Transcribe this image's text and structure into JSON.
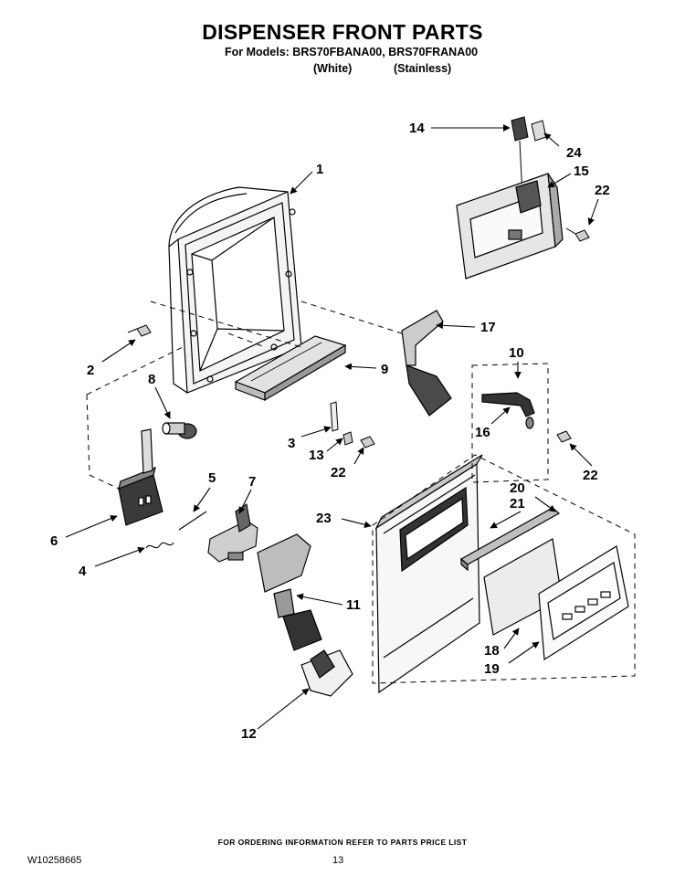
{
  "header": {
    "title": "DISPENSER FRONT PARTS",
    "models_line": "For Models: BRS70FBANA00, BRS70FRANA00",
    "variants": [
      "(White)",
      "(Stainless)"
    ]
  },
  "callouts": [
    {
      "id": "c1",
      "label": "1"
    },
    {
      "id": "c2",
      "label": "2"
    },
    {
      "id": "c3",
      "label": "3"
    },
    {
      "id": "c4",
      "label": "4"
    },
    {
      "id": "c5",
      "label": "5"
    },
    {
      "id": "c6",
      "label": "6"
    },
    {
      "id": "c7",
      "label": "7"
    },
    {
      "id": "c8",
      "label": "8"
    },
    {
      "id": "c9",
      "label": "9"
    },
    {
      "id": "c10",
      "label": "10"
    },
    {
      "id": "c11",
      "label": "11"
    },
    {
      "id": "c12",
      "label": "12"
    },
    {
      "id": "c13",
      "label": "13"
    },
    {
      "id": "c14",
      "label": "14"
    },
    {
      "id": "c15",
      "label": "15"
    },
    {
      "id": "c16",
      "label": "16"
    },
    {
      "id": "c17",
      "label": "17"
    },
    {
      "id": "c18",
      "label": "18"
    },
    {
      "id": "c19",
      "label": "19"
    },
    {
      "id": "c20",
      "label": "20"
    },
    {
      "id": "c21",
      "label": "21"
    },
    {
      "id": "c22a",
      "label": "22"
    },
    {
      "id": "c22b",
      "label": "22"
    },
    {
      "id": "c22c",
      "label": "22"
    },
    {
      "id": "c23",
      "label": "23"
    },
    {
      "id": "c24",
      "label": "24"
    }
  ],
  "footer": {
    "ordering_note": "FOR ORDERING INFORMATION REFER TO PARTS PRICE LIST",
    "doc_id": "W10258665",
    "page_number": "13"
  },
  "colors": {
    "ink": "#000000",
    "shade": "#cfcfcf",
    "dark_shade": "#5a5a5a"
  }
}
